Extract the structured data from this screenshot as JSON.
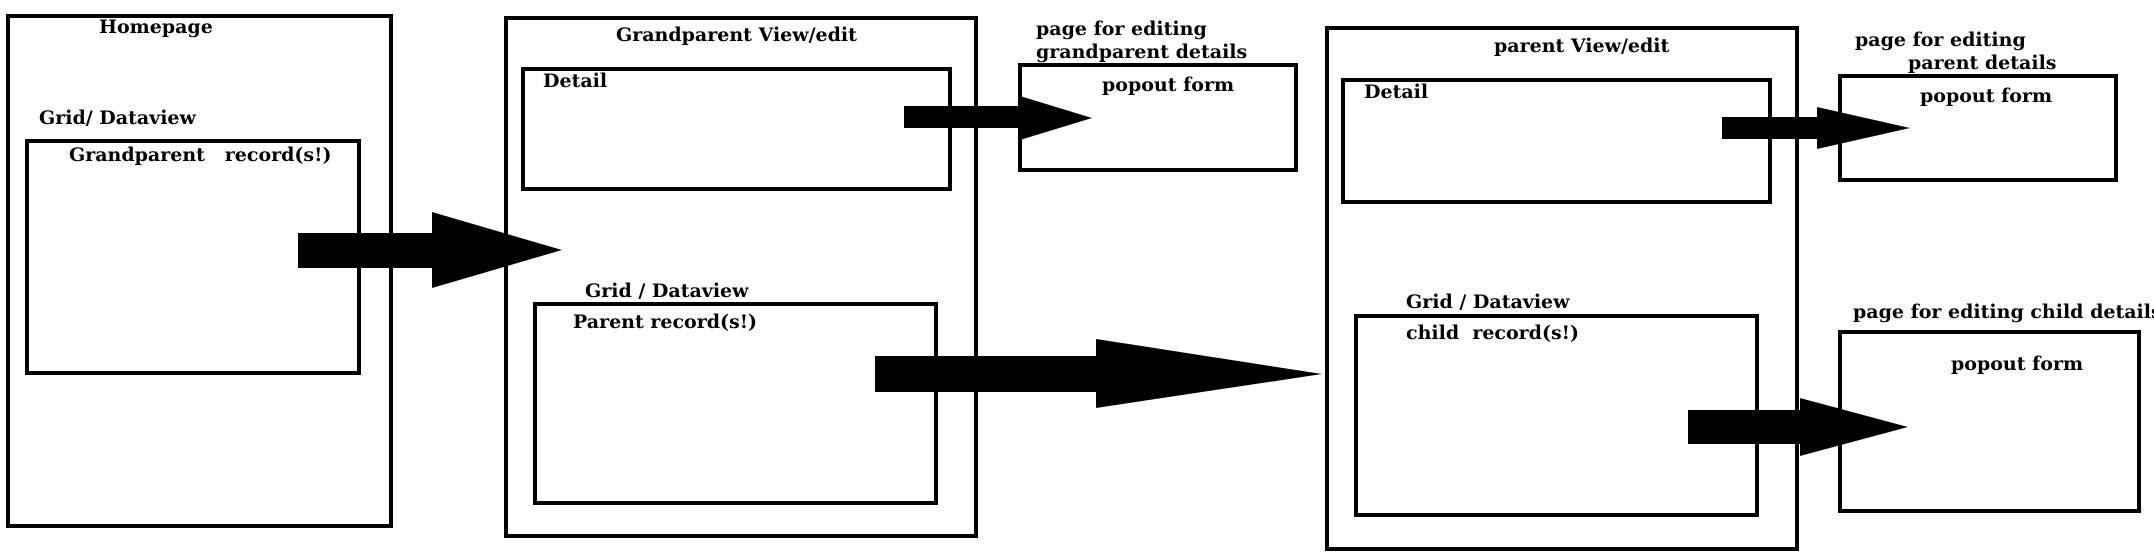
{
  "homepage": {
    "title": "Homepage",
    "grid_label": "Grid/ Dataview",
    "records_label": "Grandparent   record(s!)"
  },
  "grandparent_view": {
    "title": "Grandparent View/edit",
    "detail_label": "Detail",
    "grid_label": "Grid / Dataview",
    "records_label": "Parent record(s!)",
    "edit_page_line1": "page for editing",
    "edit_page_line2": "grandparent details",
    "popout_label": "popout form"
  },
  "parent_view": {
    "title": "parent View/edit",
    "detail_label": "Detail",
    "grid_label": "Grid / Dataview",
    "records_label": "child  record(s!)",
    "edit_page_line1": "page for editing",
    "edit_page_line2": "parent details",
    "popout_label": "popout form"
  },
  "child_edit": {
    "edit_page_label": "page for editing child details",
    "popout_label": "popout form"
  }
}
